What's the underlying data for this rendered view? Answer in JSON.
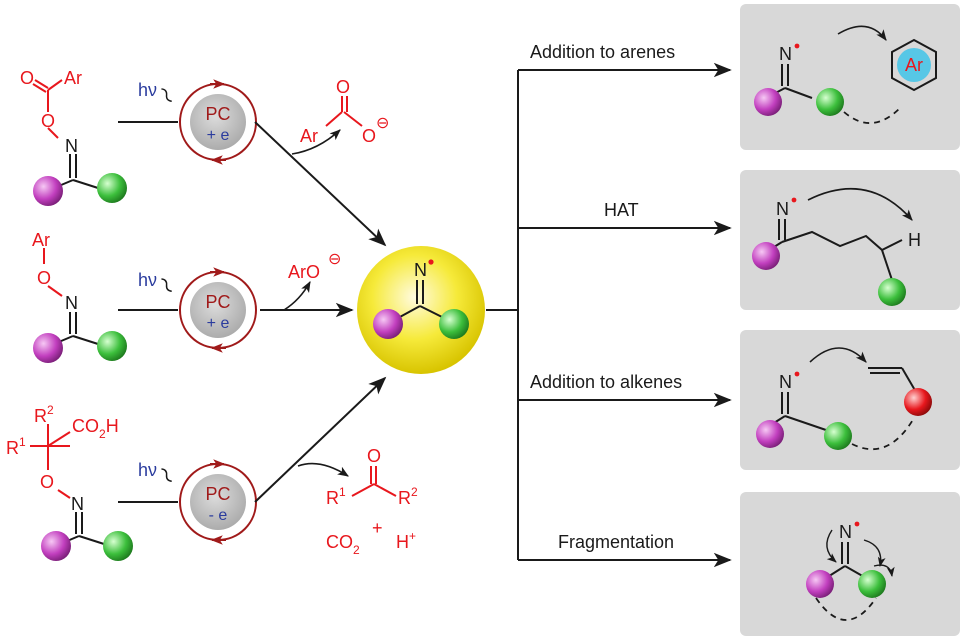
{
  "colors": {
    "red": "#e8171d",
    "dark_red": "#a01a1a",
    "blue": "#2b3c9e",
    "magenta_sphere": "#c23fbf",
    "green_sphere": "#3cbf3c",
    "yellow_sphere": "#f4e41a",
    "cyan_ring": "#57c7e6",
    "panel_gray": "#d8d8d8"
  },
  "precursors": [
    {
      "atoms": {
        "o_carbonyl": "O",
        "ar": "Ar",
        "o_ester": "O",
        "n": "N"
      }
    },
    {
      "atoms": {
        "ar": "Ar",
        "o": "O",
        "n": "N"
      }
    },
    {
      "atoms": {
        "r2": "R",
        "r2_sup": "2",
        "r1": "R",
        "r1_sup": "1",
        "co2h": "CO",
        "co2h_sub": "2",
        "co2h_h": "H",
        "o": "O",
        "n": "N"
      }
    }
  ],
  "cycles": [
    {
      "light": "hν",
      "pc": "PC",
      "redox": "+ e"
    },
    {
      "light": "hν",
      "pc": "PC",
      "redox": "+ e"
    },
    {
      "light": "hν",
      "pc": "PC",
      "redox": "- e"
    }
  ],
  "byproducts": {
    "carboxylate": {
      "o_top": "O",
      "ar": "Ar",
      "o_minus": "O",
      "charge": "⊖"
    },
    "phenoxide": {
      "text": "ArO",
      "charge": "⊖"
    },
    "ketone": {
      "o": "O",
      "r1": "R",
      "r1_sup": "1",
      "r2": "R",
      "r2_sup": "2",
      "co2": "CO",
      "co2_sub": "2",
      "plus": "+",
      "h": "H",
      "h_sup": "+"
    }
  },
  "center": {
    "n": "N"
  },
  "pathways": [
    {
      "label": "Addition to arenes",
      "atoms": {
        "n": "N",
        "ar": "Ar"
      }
    },
    {
      "label": "HAT",
      "atoms": {
        "n": "N",
        "h": "H"
      }
    },
    {
      "label": "Addition to alkenes",
      "atoms": {
        "n": "N"
      }
    },
    {
      "label": "Fragmentation",
      "atoms": {
        "n": "N"
      }
    }
  ]
}
